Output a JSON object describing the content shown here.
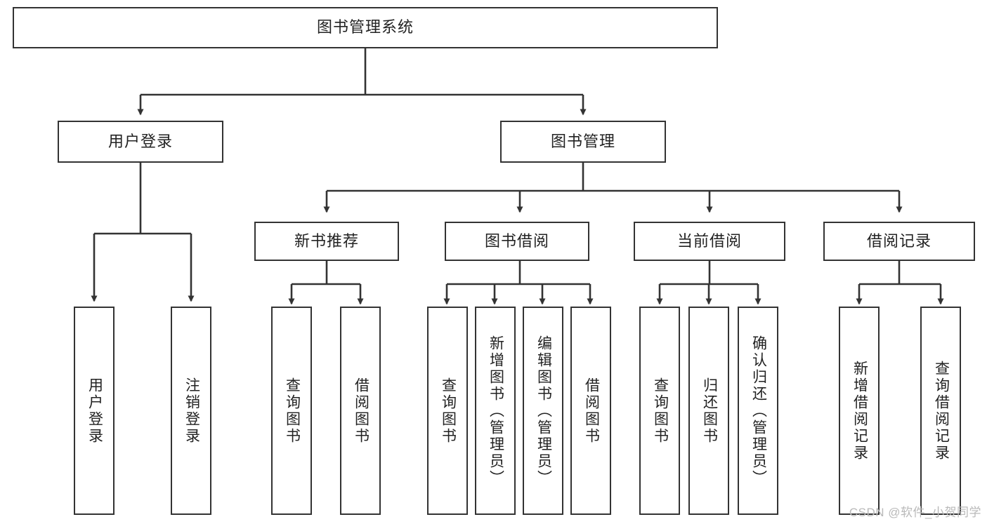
{
  "diagram": {
    "title": "图书管理系统",
    "type": "tree-hierarchy",
    "colors": {
      "box_border": "#333333",
      "box_fill": "#ffffff",
      "edge": "#333333",
      "text": "#222222",
      "watermark": "#b9b9b9",
      "background": "#ffffff"
    },
    "levels": {
      "root": {
        "id": "root",
        "label": "图书管理系统",
        "orientation": "horizontal"
      },
      "level2": [
        {
          "id": "user-login",
          "label": "用户登录",
          "orientation": "horizontal"
        },
        {
          "id": "book-manage",
          "label": "图书管理",
          "orientation": "horizontal"
        }
      ],
      "level3": [
        {
          "id": "new-book-recommend",
          "label": "新书推荐",
          "orientation": "horizontal",
          "parent": "book-manage"
        },
        {
          "id": "book-borrow",
          "label": "图书借阅",
          "orientation": "horizontal",
          "parent": "book-manage"
        },
        {
          "id": "current-borrow",
          "label": "当前借阅",
          "orientation": "horizontal",
          "parent": "book-manage"
        },
        {
          "id": "borrow-record",
          "label": "借阅记录",
          "orientation": "horizontal",
          "parent": "book-manage"
        }
      ],
      "leaves": [
        {
          "id": "leaf-user-login",
          "label": "用户登录",
          "orientation": "vertical",
          "parent": "user-login"
        },
        {
          "id": "leaf-user-logout",
          "label": "注销登录",
          "orientation": "vertical",
          "parent": "user-login"
        },
        {
          "id": "leaf-query-book-rec",
          "label": "查询图书",
          "orientation": "vertical",
          "parent": "new-book-recommend"
        },
        {
          "id": "leaf-borrow-book-rec",
          "label": "借阅图书",
          "orientation": "vertical",
          "parent": "new-book-recommend"
        },
        {
          "id": "leaf-query-book-borrow",
          "label": "查询图书",
          "orientation": "vertical",
          "parent": "book-borrow"
        },
        {
          "id": "leaf-add-book-admin",
          "label": "新增图书（管理员）",
          "orientation": "vertical",
          "parent": "book-borrow"
        },
        {
          "id": "leaf-edit-book-admin",
          "label": "编辑图书（管理员）",
          "orientation": "vertical",
          "parent": "book-borrow"
        },
        {
          "id": "leaf-borrow-book",
          "label": "借阅图书",
          "orientation": "vertical",
          "parent": "book-borrow"
        },
        {
          "id": "leaf-query-book-current",
          "label": "查询图书",
          "orientation": "vertical",
          "parent": "current-borrow"
        },
        {
          "id": "leaf-return-book",
          "label": "归还图书",
          "orientation": "vertical",
          "parent": "current-borrow"
        },
        {
          "id": "leaf-confirm-return-admin",
          "label": "确认归还（管理员）",
          "orientation": "vertical",
          "parent": "current-borrow"
        },
        {
          "id": "leaf-add-borrow-record",
          "label": "新增借阅记录",
          "orientation": "vertical",
          "parent": "borrow-record"
        },
        {
          "id": "leaf-query-borrow-record",
          "label": "查询借阅记录",
          "orientation": "vertical",
          "parent": "borrow-record"
        }
      ]
    },
    "watermark": "CSDN @软件_小贺同学"
  }
}
